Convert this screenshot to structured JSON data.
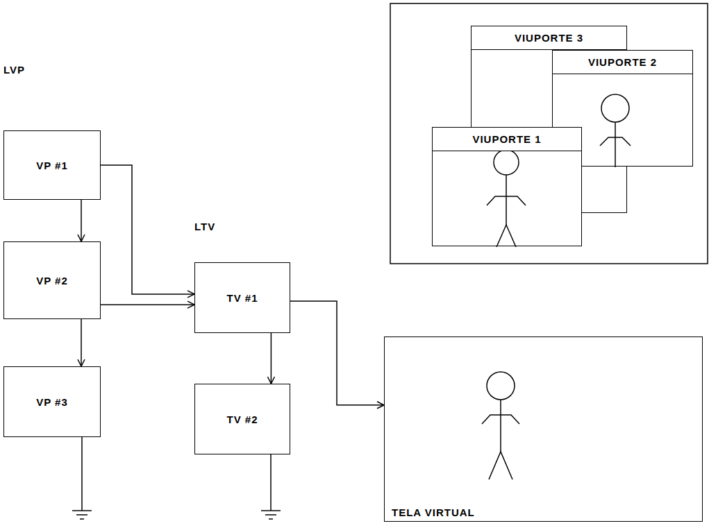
{
  "diagram": {
    "nodes": [
      {
        "text": [
          "VP #1"
        ]
      },
      {
        "text": [
          "VP #2"
        ]
      },
      {
        "text": [
          "VP #3"
        ]
      },
      {
        "text": [
          "TV #1"
        ]
      },
      {
        "text": [
          "TV #2"
        ]
      },
      {
        "text": [
          "TELA VIRTUAL"
        ]
      },
      {
        "text": [
          "VIUPORTE 3"
        ]
      },
      {
        "text": [
          "VIUPORTE 2"
        ]
      },
      {
        "text": [
          "VIUPORTE 1"
        ]
      }
    ],
    "edges": [
      {
        "from": 0,
        "to": 1,
        "arrow": "to"
      },
      {
        "from": 1,
        "to": 2,
        "arrow": "to"
      },
      {
        "from": 0,
        "to": 3,
        "arrow": "to"
      },
      {
        "from": 1,
        "to": 3,
        "arrow": "to"
      },
      {
        "from": 3,
        "to": 4,
        "arrow": "to"
      },
      {
        "from": 3,
        "to": 5,
        "arrow": "to"
      }
    ],
    "labels": [
      "LVP",
      "LTV"
    ]
  }
}
